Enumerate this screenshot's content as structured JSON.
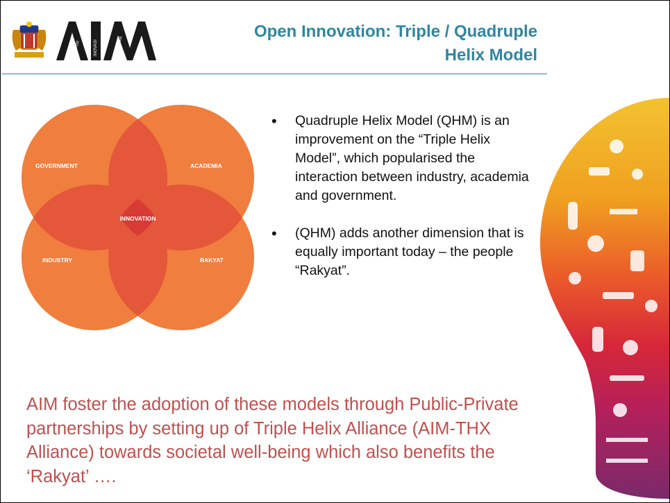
{
  "header": {
    "title_line1": "Open Innovation: Triple / Quadruple",
    "title_line2": "Helix Model",
    "logo_text": "AIM",
    "logo_small_text": [
      "AGENSI",
      "INOVASI",
      "MALAYSIA"
    ]
  },
  "diagram": {
    "labels": {
      "government": "GOVERNMENT",
      "academia": "ACADEMIA",
      "innovation": "INNOVATION",
      "industry": "INDUSTRY",
      "rakyat": "RAKYAT"
    },
    "colors": {
      "circle": "#f07e3e",
      "overlap": "#e0473a",
      "label": "#ffffff"
    }
  },
  "bullets": [
    "Quadruple Helix Model (QHM) is an improvement on the “Triple Helix Model”, which popularised the interaction between industry, academia and government.",
    "(QHM) adds another dimension that is equally important today – the people “Rakyat”."
  ],
  "statement": "AIM foster the adoption of these models through Public-Private partnerships by setting up of Triple Helix Alliance (AIM-THX Alliance) towards societal well-being which also benefits the ‘Rakyat’ ….",
  "colors": {
    "title": "#2f86a0",
    "statement": "#c0504d"
  }
}
